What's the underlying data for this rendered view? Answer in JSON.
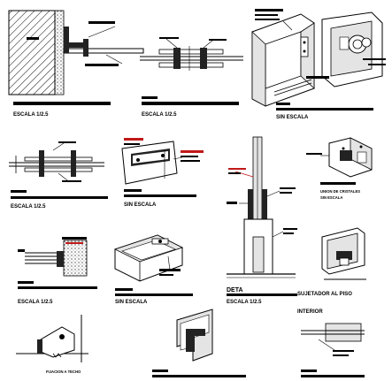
{
  "sheet": {
    "colors": {
      "ink": "#000000",
      "fill_gray": "#e4e4e4",
      "dark": "#222222",
      "red": "#c01818",
      "hatch_bg": "#f2f2f2"
    },
    "details": [
      {
        "scale": "ESCALA 1/2.5",
        "note": "",
        "label": ""
      },
      {
        "scale": "ESCALA 1/2.5",
        "note": "",
        "label": ""
      },
      {
        "scale": "SIN ESCALA",
        "note": "",
        "label": ""
      },
      {
        "scale": "ESCALA 1/2.5",
        "note": "",
        "label": ""
      },
      {
        "scale": "SIN ESCALA",
        "note": "",
        "label": ""
      },
      {
        "scale": "SIN ESCALA",
        "note": "UNION DE CRISTALES",
        "label": ""
      },
      {
        "scale": "ESCALA 1/2.5",
        "note": "",
        "label": ""
      },
      {
        "scale": "SIN ESCALA",
        "note": "",
        "label": ""
      },
      {
        "scale": "ESCALA 1/2.5",
        "note": "",
        "label": "DETA"
      },
      {
        "scale": "",
        "note": "",
        "label": "SUJETADOR AL PISO"
      },
      {
        "scale": "FIJACION A TECHO",
        "note": "",
        "label": ""
      },
      {
        "scale": "",
        "note": "",
        "label": "INTERIOR"
      }
    ]
  }
}
